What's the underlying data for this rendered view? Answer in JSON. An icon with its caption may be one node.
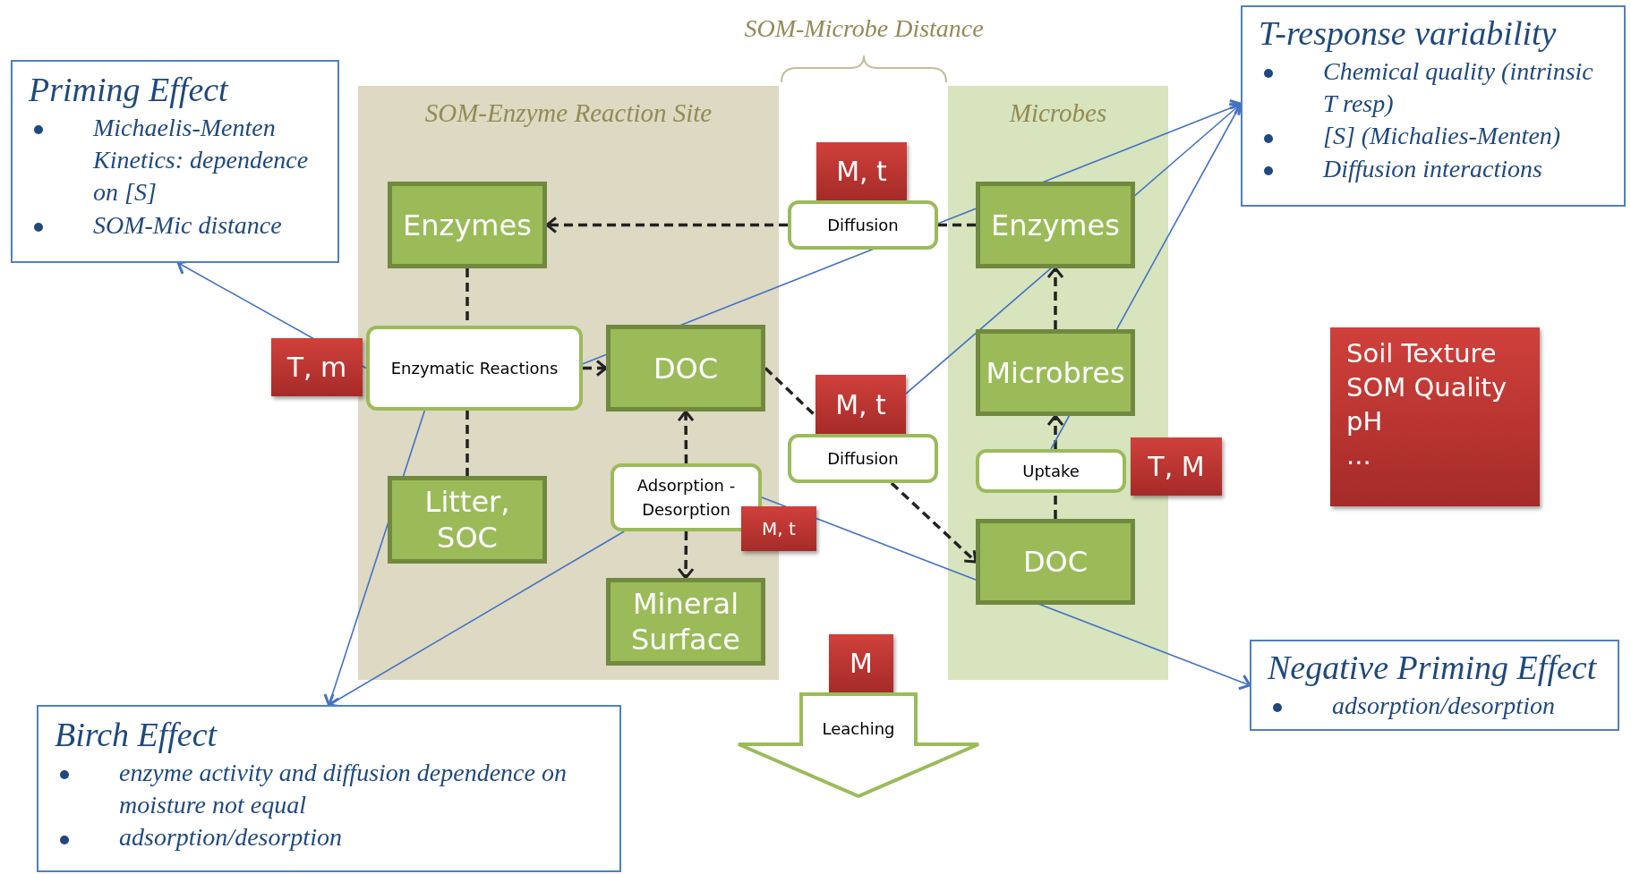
{
  "diagram": {
    "nodes": [
      {
        "text": [
          "Priming Effect",
          "Michaelis-Menten Kinetics: dependence on [S]",
          "SOM-Mic distance"
        ]
      },
      {
        "text": [
          "SOM-Enzyme Reaction Site"
        ]
      },
      {
        "text": [
          "Enzymes"
        ],
        "in": 1
      },
      {
        "text": [
          "Enzymatic Reactions"
        ],
        "in": 1
      },
      {
        "text": [
          "DOC"
        ],
        "in": 1
      },
      {
        "text": [
          "Litter, SOC"
        ],
        "in": 1
      },
      {
        "text": [
          "Adsorption - Desorption"
        ],
        "in": 1
      },
      {
        "text": [
          "Mineral Surface"
        ],
        "in": 1
      },
      {
        "text": [
          "T, m"
        ]
      },
      {
        "text": [
          "M, t"
        ]
      },
      {
        "text": [
          "M, t"
        ]
      },
      {
        "text": [
          "Diffusion"
        ]
      },
      {
        "text": [
          "M, t"
        ]
      },
      {
        "text": [
          "Diffusion"
        ]
      },
      {
        "text": [
          "Microbes"
        ]
      },
      {
        "text": [
          "Enzymes"
        ],
        "in": 14
      },
      {
        "text": [
          "Microbres"
        ],
        "in": 14
      },
      {
        "text": [
          "Uptake"
        ],
        "in": 14
      },
      {
        "text": [
          "DOC"
        ],
        "in": 14
      },
      {
        "text": [
          "T, M"
        ]
      },
      {
        "text": [
          "T-response variability",
          "Chemical quality (intrinsic T resp)",
          "[S] (Michalies-Menten)",
          "Diffusion interactions"
        ]
      },
      {
        "text": [
          "Soil Texture",
          "SOM Quality",
          "pH",
          "..."
        ]
      },
      {
        "text": [
          "M"
        ]
      },
      {
        "text": [
          "Leaching"
        ]
      },
      {
        "text": [
          "Birch Effect",
          "enzyme activity and diffusion dependence on moisture not equal",
          "adsorption/desorption"
        ]
      },
      {
        "text": [
          "Negative Priming Effect",
          "adsorption/desorption"
        ]
      }
    ],
    "edges": [
      {
        "from": 11,
        "to": 2,
        "arrow": "to",
        "style": "dashed"
      },
      {
        "from": 11,
        "to": 15,
        "arrow": "none",
        "style": "dashed"
      },
      {
        "from": 2,
        "to": 3,
        "arrow": "none",
        "style": "dashed"
      },
      {
        "from": 3,
        "to": 5,
        "arrow": "none",
        "style": "dashed"
      },
      {
        "from": 3,
        "to": 4,
        "arrow": "to",
        "style": "dashed"
      },
      {
        "from": 4,
        "to": 13,
        "arrow": "none",
        "style": "dashed"
      },
      {
        "from": 13,
        "to": 18,
        "arrow": "to",
        "style": "dashed"
      },
      {
        "from": 6,
        "to": 4,
        "arrow": "to",
        "style": "dashed"
      },
      {
        "from": 6,
        "to": 7,
        "arrow": "to",
        "style": "dashed"
      },
      {
        "from": 16,
        "to": 15,
        "arrow": "to",
        "style": "dashed"
      },
      {
        "from": 17,
        "to": 16,
        "arrow": "to",
        "style": "dashed"
      },
      {
        "from": 18,
        "to": 17,
        "arrow": "none",
        "style": "dashed"
      },
      {
        "from": 3,
        "to": 0,
        "arrow": "to",
        "color": "#4472c4"
      },
      {
        "from": 3,
        "to": 24,
        "arrow": "to",
        "color": "#4472c4"
      },
      {
        "from": 6,
        "to": 24,
        "arrow": "to",
        "color": "#4472c4"
      },
      {
        "from": 3,
        "to": 20,
        "arrow": "to",
        "color": "#4472c4"
      },
      {
        "from": 12,
        "to": 20,
        "arrow": "to",
        "color": "#4472c4"
      },
      {
        "from": 17,
        "to": 20,
        "arrow": "to",
        "color": "#4472c4"
      },
      {
        "from": 6,
        "to": 25,
        "arrow": "to",
        "color": "#4472c4"
      }
    ],
    "labels": [
      "SOM-Microbe Distance"
    ]
  }
}
